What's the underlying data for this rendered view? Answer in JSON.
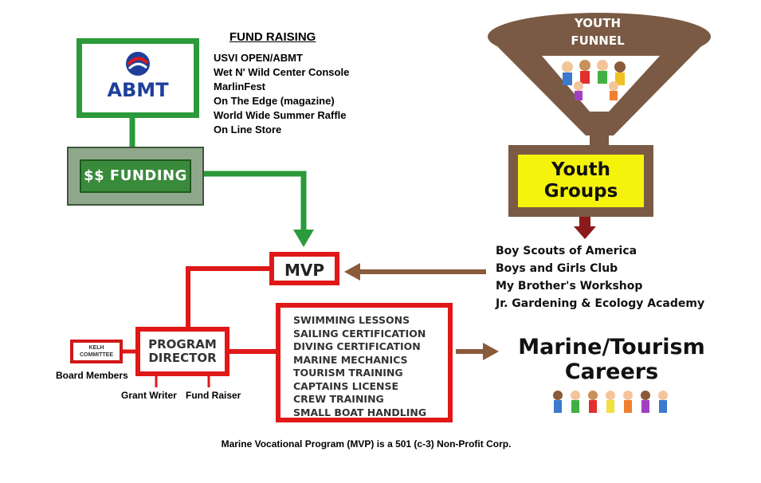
{
  "abmt": {
    "label": "ABMT"
  },
  "fund_raising": {
    "title": "FUND RAISING",
    "items": [
      "USVI OPEN/ABMT",
      "Wet N' Wild Center Console",
      "MarlinFest",
      "On The Edge (magazine)",
      "World Wide Summer Raffle",
      "On Line Store"
    ]
  },
  "funding": {
    "label": "$$ FUNDING"
  },
  "mvp": {
    "label": "MVP"
  },
  "program_director": {
    "line1": "PROGRAM",
    "line2": "DIRECTOR"
  },
  "committee": {
    "line1": "KELH",
    "line2": "COMMITTEE"
  },
  "staff": {
    "board_members": "Board Members",
    "grant_writer": "Grant Writer",
    "fund_raiser": "Fund Raiser"
  },
  "courses": [
    "SWIMMING LESSONS",
    "SAILING CERTIFICATION",
    "DIVING CERTIFICATION",
    "MARINE MECHANICS",
    "TOURISM TRAINING",
    "CAPTAINS LICENSE",
    "CREW TRAINING",
    "SMALL BOAT HANDLING"
  ],
  "careers": {
    "line1": "Marine/Tourism",
    "line2": "Careers"
  },
  "youth_funnel": {
    "line1": "YOUTH",
    "line2": "FUNNEL"
  },
  "youth_groups": {
    "line1": "Youth",
    "line2": "Groups",
    "members": [
      "Boy Scouts of America",
      "Boys and Girls Club",
      "My Brother's Workshop",
      "Jr. Gardening & Ecology Academy"
    ]
  },
  "footer": "Marine Vocational Program (MVP) is a 501 (c-3) Non-Profit Corp.",
  "colors": {
    "green": "#2a9a3a",
    "red": "#e01818",
    "brown": "#7a5a44",
    "dark_red": "#8b1a1a",
    "yellow": "#f5f20c"
  }
}
